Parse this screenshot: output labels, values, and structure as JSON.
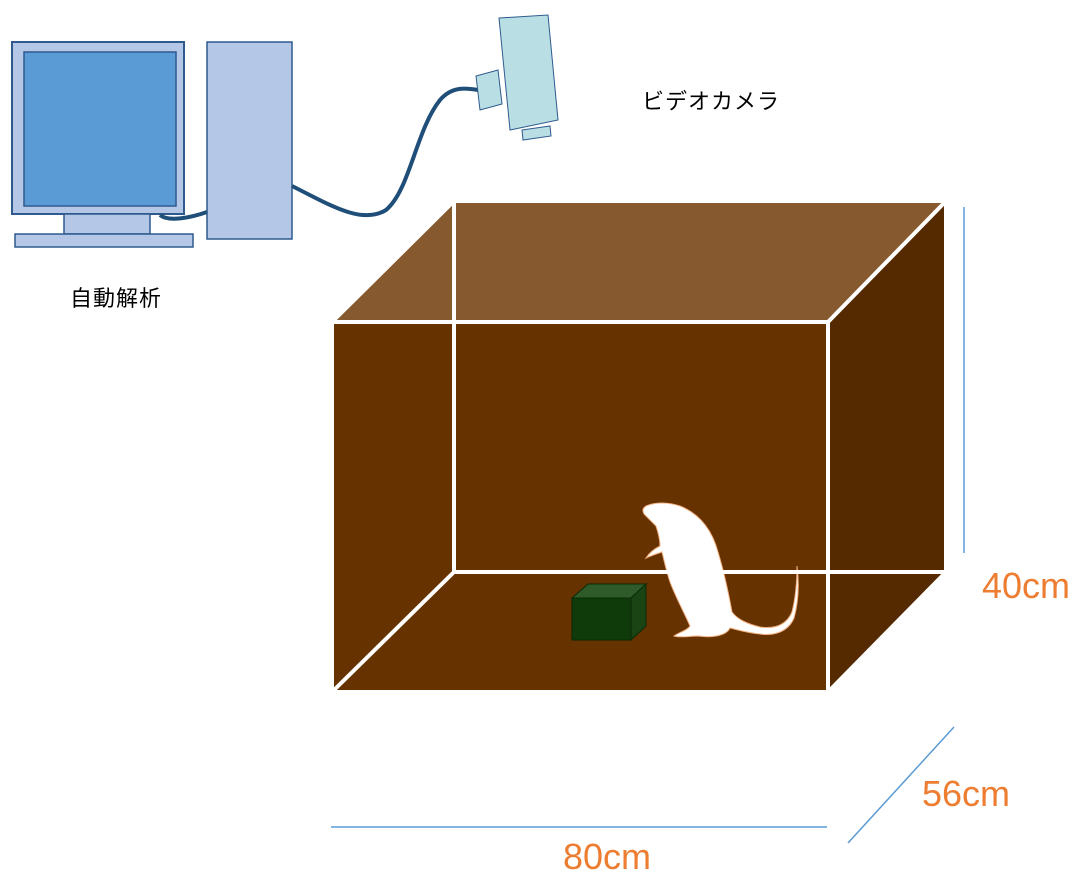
{
  "labels": {
    "camera": "ビデオカメラ",
    "analysis": "自動解析"
  },
  "dimensions": {
    "height": "40cm",
    "depth": "56cm",
    "width": "80cm"
  },
  "colors": {
    "box_front": "#663300",
    "box_top": "#86592f",
    "box_side": "#552a00",
    "frame_edge": "#ffffff",
    "dimension_line": "#5b9bd5",
    "dimension_text": "#ed7d31",
    "monitor_screen": "#5b9bd5",
    "computer_body": "#b4c7e7",
    "camera_body": "#b9dfe4",
    "cable": "#1f4e79",
    "object_block": "#0f3a0a",
    "rat": "#ffffff"
  }
}
